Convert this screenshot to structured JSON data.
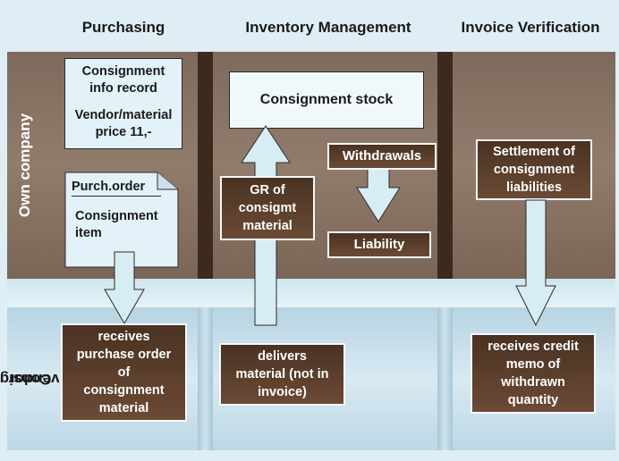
{
  "columns": {
    "purchasing": "Purchasing",
    "inventory": "Inventory Management",
    "invoice": "Invoice Verification"
  },
  "rows": {
    "own_company": "Own company",
    "vendor_line1": "Consigmt",
    "vendor_line2": "vendor"
  },
  "purchasing": {
    "info_record": {
      "line1": "Consignment",
      "line2": "info record",
      "line3": "Vendor/material",
      "line4": "price 11,-"
    },
    "purch_order": {
      "tab": "Purch.order",
      "line1": "Consignment",
      "line2": "item"
    },
    "vendor_box": {
      "line1": "receives",
      "line2": "purchase order",
      "line3": "of",
      "line4": "consignment",
      "line5": "material"
    }
  },
  "inventory": {
    "consignment_stock": "Consignment stock",
    "withdrawals": "Withdrawals",
    "liability": "Liability",
    "gr_box": {
      "line1": "GR of",
      "line2": "consigmt",
      "line3": "material"
    },
    "vendor_box": {
      "line1": "delivers",
      "line2": "material (not in",
      "line3": "invoice)"
    }
  },
  "invoice": {
    "settlement_box": {
      "line1": "Settlement of",
      "line2": "consignment",
      "line3": "liabilities"
    },
    "vendor_box": {
      "line1": "receives credit",
      "line2": "memo of",
      "line3": "withdrawn",
      "line4": "quantity"
    }
  },
  "colors": {
    "own_band": "#8a7565",
    "separator": "#3d2a1e",
    "vendor_band": "#c6deea",
    "dark_box": "#5a3d2b",
    "light_box": "#e3f2f8",
    "arrow_fill": "#d8ecf4"
  }
}
